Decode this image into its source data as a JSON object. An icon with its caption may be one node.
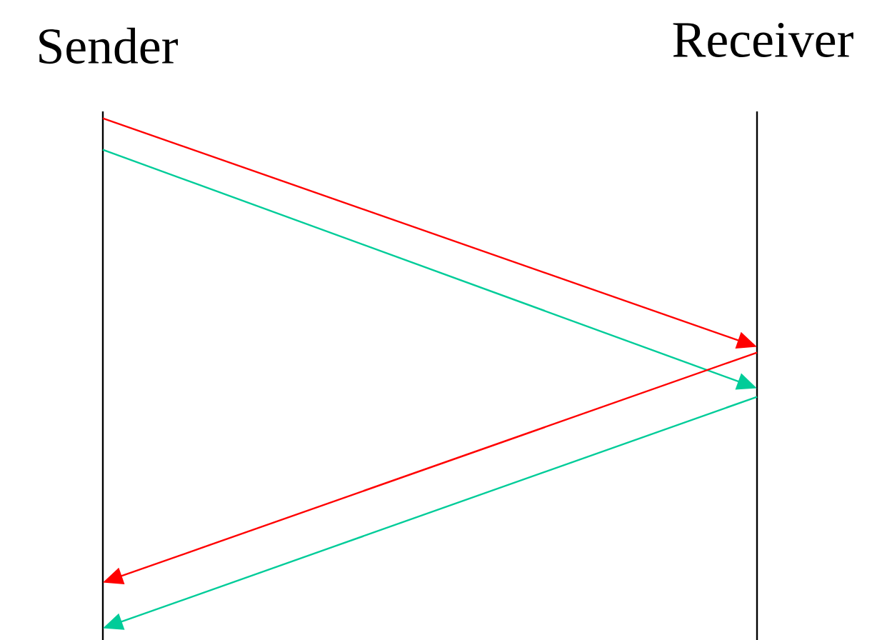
{
  "diagram": {
    "nodes": [
      {
        "text": [
          "Sender"
        ]
      },
      {
        "text": [
          "Receiver"
        ]
      }
    ],
    "edges": [
      {
        "from": 0,
        "to": 1,
        "arrow": "to",
        "color": "#ff0000"
      },
      {
        "from": 0,
        "to": 1,
        "arrow": "to",
        "color": "#00cc99"
      },
      {
        "from": 1,
        "to": 0,
        "arrow": "to",
        "color": "#ff0000"
      },
      {
        "from": 1,
        "to": 0,
        "arrow": "to",
        "color": "#00cc99"
      }
    ]
  }
}
